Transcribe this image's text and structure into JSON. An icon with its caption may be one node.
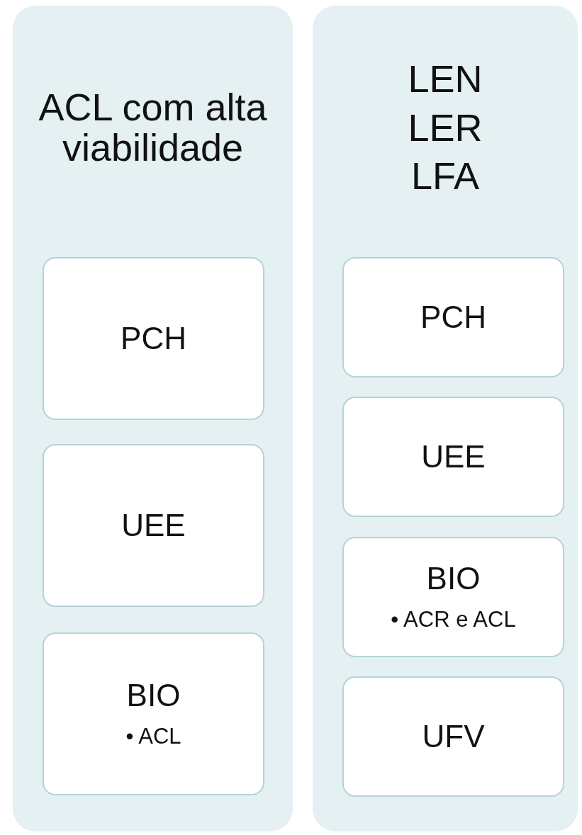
{
  "diagram": {
    "nodes": [
      {
        "text": [
          "ACL com alta viabilidade"
        ]
      },
      {
        "text": [
          "PCH"
        ],
        "in": 0
      },
      {
        "text": [
          "UEE"
        ],
        "in": 0
      },
      {
        "text": [
          "BIO",
          "• ACL"
        ],
        "in": 0
      },
      {
        "text": [
          "LEN",
          "LER",
          "LFA"
        ]
      },
      {
        "text": [
          "PCH"
        ],
        "in": 4
      },
      {
        "text": [
          "UEE"
        ],
        "in": 4
      },
      {
        "text": [
          "BIO",
          "• ACR e ACL"
        ],
        "in": 4
      },
      {
        "text": [
          "UFV"
        ],
        "in": 4
      }
    ]
  }
}
